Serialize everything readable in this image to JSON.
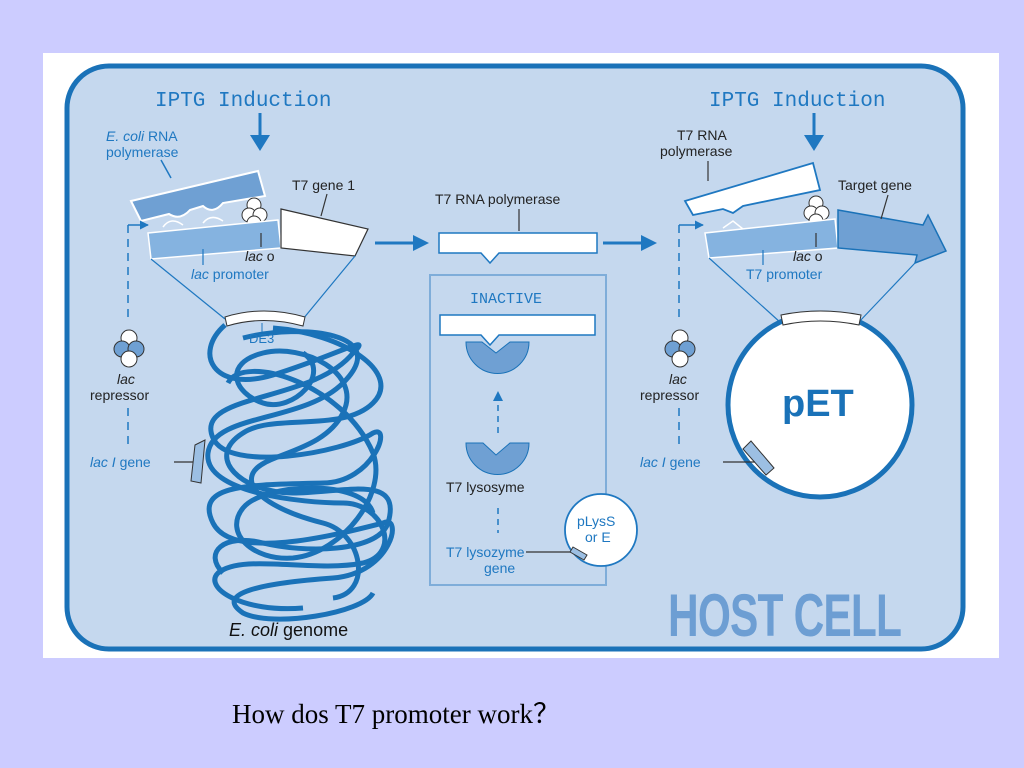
{
  "diagram": {
    "left_panel": {
      "induction_label": "IPTG Induction",
      "rna_pol_label_italic": "E. coli",
      "rna_pol_label_rest": " RNA",
      "rna_pol_label_line2": "polymerase",
      "gene_label": "T7 gene 1",
      "operator_italic": "lac",
      "operator_rest": " o",
      "promoter_italic": "lac",
      "promoter_rest": " promoter",
      "de3_label": "DE3",
      "repressor_line1": "lac",
      "repressor_line2": "repressor",
      "lacI_italic": "lac I",
      "lacI_rest": " gene",
      "genome_italic": "E. coli",
      "genome_rest": " genome"
    },
    "middle_panel": {
      "polymerase_label": "T7 RNA polymerase",
      "inactive_label": "INACTIVE",
      "lysosyme_label": "T7 lysosyme",
      "lysozyme_gene_line1": "T7 lysozyme",
      "lysozyme_gene_line2": "gene",
      "plasmid_line1": "pLysS",
      "plasmid_line2": "or E"
    },
    "right_panel": {
      "induction_label": "IPTG Induction",
      "rna_pol_line1": "T7 RNA",
      "rna_pol_line2": "polymerase",
      "target_label": "Target gene",
      "operator_italic": "lac",
      "operator_rest": " o",
      "promoter_label": "T7 promoter",
      "plasmid_label": "pET",
      "repressor_line1": "lac",
      "repressor_line2": "repressor",
      "lacI_italic": "lac I",
      "lacI_rest": " gene"
    },
    "host_cell_label": "HOST CELL",
    "colors": {
      "cell_fill": "#c5d8ee",
      "cell_border": "#1a72b8",
      "accent_blue": "#1f78c1",
      "light_blue": "#7fadd9",
      "host_cell_text": "#6d9ed3"
    }
  },
  "caption": "How  dos T7  promoter  work？"
}
